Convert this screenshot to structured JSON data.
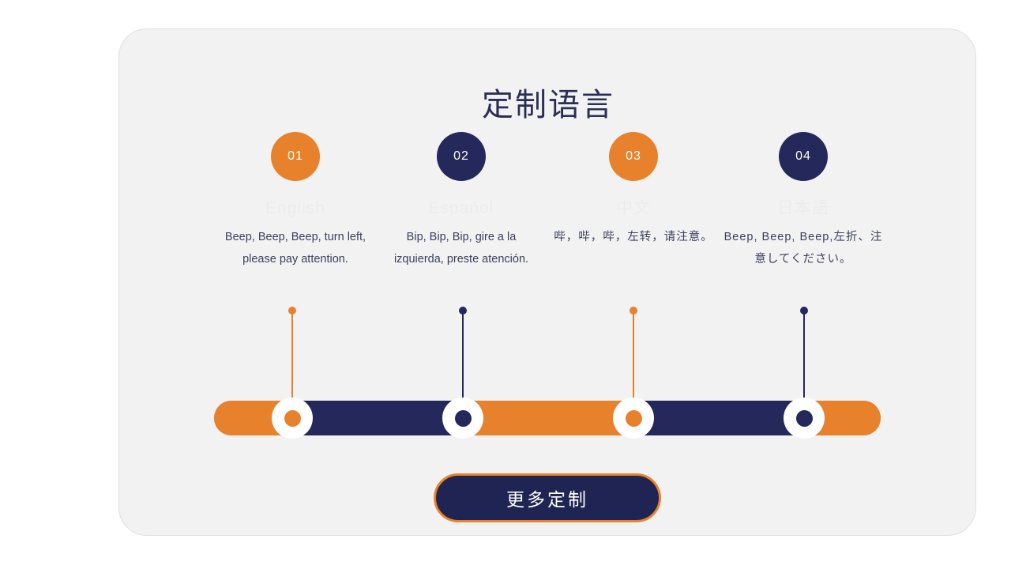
{
  "page": {
    "title": "定制语言",
    "background_color": "#ffffff",
    "card_background": "#f2f2f2",
    "accent_orange": "#e8812b",
    "accent_navy": "#24285b",
    "title_color": "#2b2f55",
    "body_text_color": "#3b3f5e",
    "faded_label_color": "#ececec"
  },
  "steps": [
    {
      "number": "01",
      "language": "English",
      "text": "Beep, Beep, Beep, turn left, please pay attention.",
      "color": "orange",
      "is_cjk": false
    },
    {
      "number": "02",
      "language": "Español",
      "text": "Bip, Bip, Bip, gire a la izquierda, preste atención.",
      "color": "navy",
      "is_cjk": false
    },
    {
      "number": "03",
      "language": "中文",
      "text": "哔，哔，哔，左转，请注意。",
      "color": "orange",
      "is_cjk": true
    },
    {
      "number": "04",
      "language": "日本語",
      "text": "Beep, Beep, Beep,左折、注意してください。",
      "color": "navy",
      "is_cjk": true
    }
  ],
  "timeline": {
    "segments": [
      "orange",
      "navy",
      "orange",
      "navy",
      "orange"
    ],
    "markers": [
      "orange",
      "navy",
      "orange",
      "navy"
    ]
  },
  "cta": {
    "label": "更多定制"
  }
}
